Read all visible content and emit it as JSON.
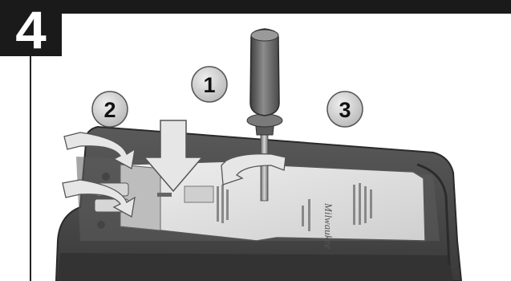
{
  "step": {
    "number": "4"
  },
  "callouts": [
    {
      "label": "1"
    },
    {
      "label": "2"
    },
    {
      "label": "3"
    }
  ],
  "illustration": {
    "icon": "screwdriver-battery-door-icon",
    "brand_label": "Milwaukee",
    "colors": {
      "device_body": "#474747",
      "device_edge": "#2e2e2e",
      "door_plate": "#e2e2e2",
      "arrow_fill": "#e6e6e6",
      "arrow_stroke": "#555555",
      "circle_fill": "#cfcfcf",
      "handle": "#6b6b6b"
    }
  }
}
